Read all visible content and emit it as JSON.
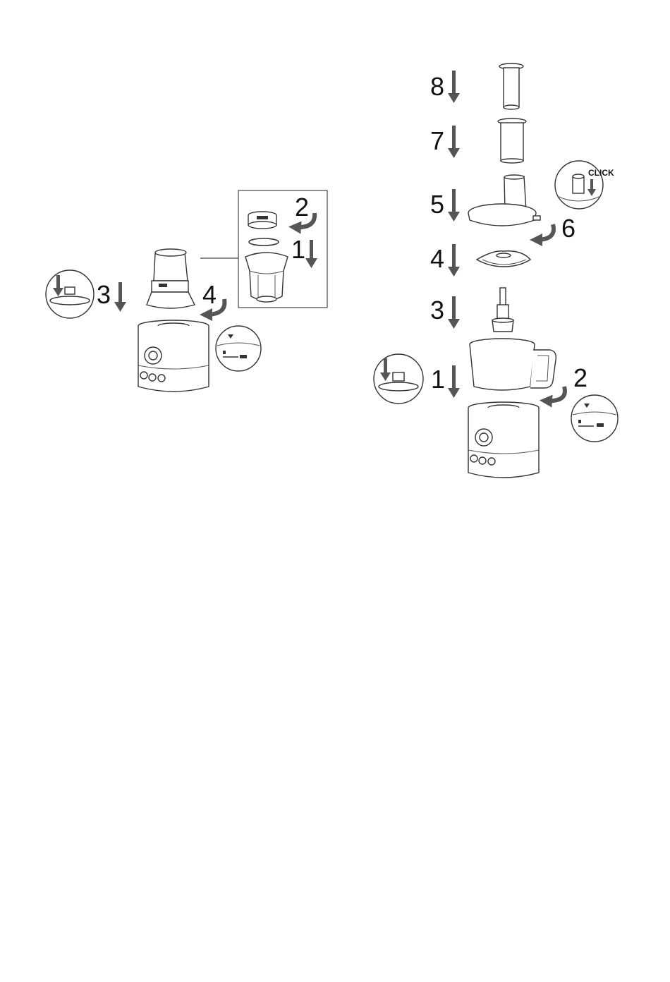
{
  "colors": {
    "line": "#333333",
    "arrow": "#555555",
    "background": "#ffffff"
  },
  "left_assembly": {
    "inset_steps": [
      "2",
      "1"
    ],
    "steps": [
      "3",
      "4"
    ]
  },
  "right_assembly": {
    "steps": [
      "8",
      "7",
      "5",
      "6",
      "4",
      "3",
      "1",
      "2"
    ],
    "click_label": "CLICK"
  }
}
